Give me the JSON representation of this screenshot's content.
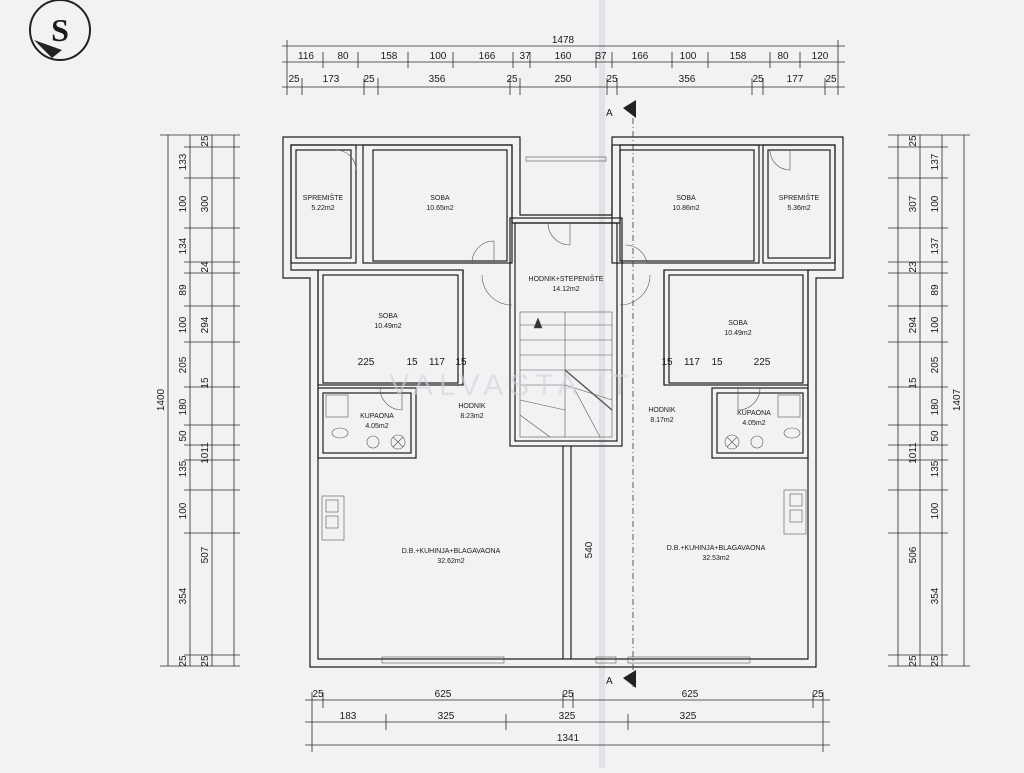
{
  "logo": {
    "letter": "S"
  },
  "watermark": {
    "text": "VALVASTA IT"
  },
  "section_marks": {
    "top": "A",
    "bottom": "A"
  },
  "rooms": [
    {
      "name": "SPREMIŠTE",
      "area": "5.22m2"
    },
    {
      "name": "SOBA",
      "area": "10.65m2"
    },
    {
      "name": "HODNIK+STEPENIŠTE",
      "area": "14.12m2"
    },
    {
      "name": "SOBA",
      "area": "10.86m2"
    },
    {
      "name": "SPREMIŠTE",
      "area": "5.36m2"
    },
    {
      "name": "SOBA",
      "area": "10.49m2"
    },
    {
      "name": "SOBA",
      "area": "10.49m2"
    },
    {
      "name": "HODNIK",
      "area": "8.23m2"
    },
    {
      "name": "HODNIK",
      "area": "8.17m2"
    },
    {
      "name": "KUPAONA",
      "area": "4.05m2"
    },
    {
      "name": "KUPAONA",
      "area": "4.05m2"
    },
    {
      "name": "D.B.+KUHINJA+BLAGAVAONA",
      "area": "32.62m2"
    },
    {
      "name": "D.B.+KUHINJA+BLAGAVAONA",
      "area": "32.53m2"
    }
  ],
  "top_dims": {
    "total": "1478",
    "row1": [
      "116",
      "80",
      "158",
      "100",
      "166",
      "37",
      "160",
      "37",
      "166",
      "100",
      "158",
      "80",
      "120"
    ],
    "row2": [
      "25",
      "173",
      "25",
      "356",
      "25",
      "250",
      "25",
      "356",
      "25",
      "177",
      "25"
    ]
  },
  "bottom_dims": {
    "row1": [
      "25",
      "625",
      "25",
      "625",
      "25"
    ],
    "row2": [
      "183",
      "325",
      "325",
      "325"
    ],
    "total": "1341"
  },
  "left_dims": {
    "total": "1400",
    "col2": [
      "25",
      "300",
      "24",
      "294",
      "15",
      "1011",
      "507",
      "25"
    ],
    "col3": [
      "133",
      "100",
      "134",
      "89",
      "100",
      "205",
      "180",
      "50",
      "135",
      "100",
      "354",
      "25"
    ]
  },
  "right_dims": {
    "total": "1407",
    "col2": [
      "25",
      "307",
      "23",
      "294",
      "15",
      "1011",
      "506",
      "25"
    ],
    "col3": [
      "137",
      "100",
      "137",
      "89",
      "100",
      "205",
      "180",
      "50",
      "135",
      "100",
      "354",
      "25"
    ]
  },
  "inner_dims": {
    "left": [
      "225",
      "15",
      "117",
      "15"
    ],
    "right": [
      "15",
      "117",
      "15",
      "225"
    ],
    "center": "540"
  }
}
